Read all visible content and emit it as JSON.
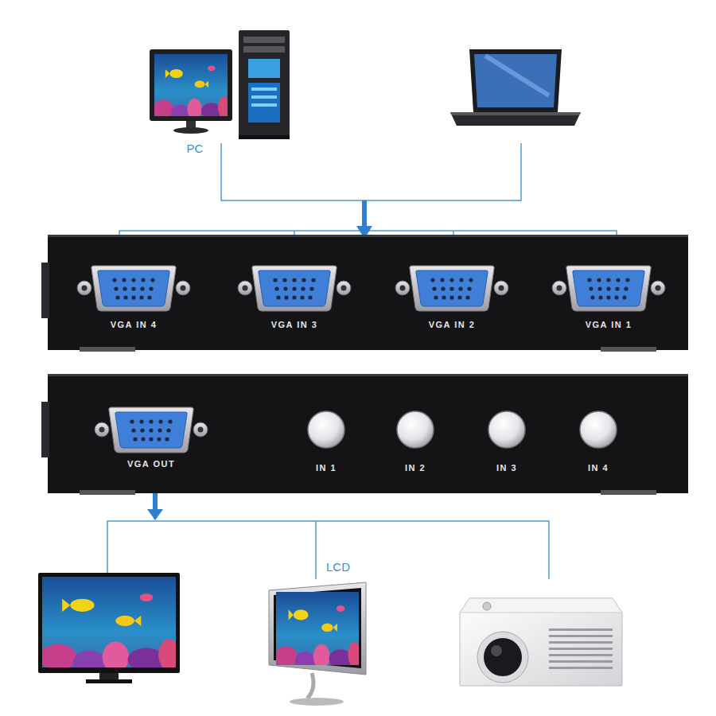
{
  "diagram": {
    "nodes": [
      {
        "text": [
          "VGA IN 4",
          "VGA IN 3",
          "VGA IN 2",
          "VGA IN 1"
        ]
      },
      {
        "text": [
          "VGA OUT",
          "IN 1",
          "IN 2",
          "IN 3",
          "IN 4"
        ]
      }
    ],
    "labels": [
      "PC",
      "LCD"
    ]
  }
}
